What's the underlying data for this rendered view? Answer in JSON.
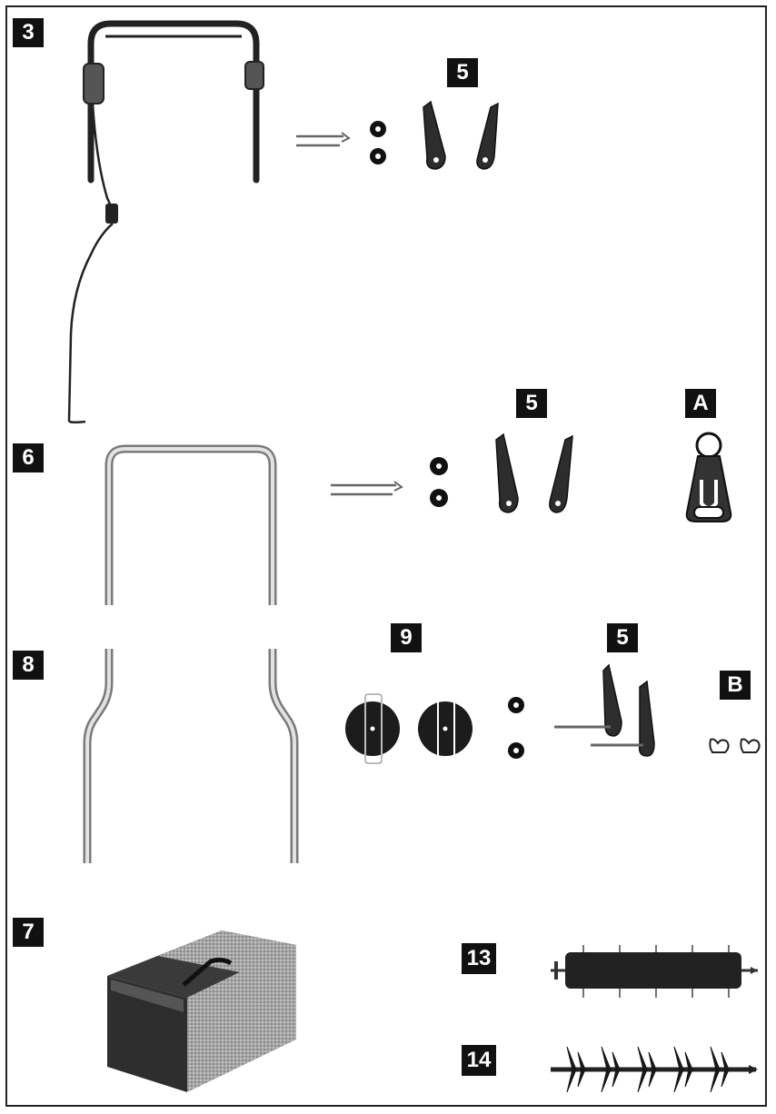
{
  "labels": {
    "part_3": "3",
    "part_5_top": "5",
    "part_6": "6",
    "part_5_mid": "5",
    "part_A": "A",
    "part_8": "8",
    "part_9": "9",
    "part_5_low": "5",
    "part_B": "B",
    "part_7": "7",
    "part_13": "13",
    "part_14": "14"
  },
  "colors": {
    "ink": "#111111",
    "frame": "#222222",
    "tube_light": "#cfcfcf",
    "tube_dark": "#7a7a7a",
    "box_dark": "#3a3a3a",
    "box_mid": "#9a9a9a"
  }
}
